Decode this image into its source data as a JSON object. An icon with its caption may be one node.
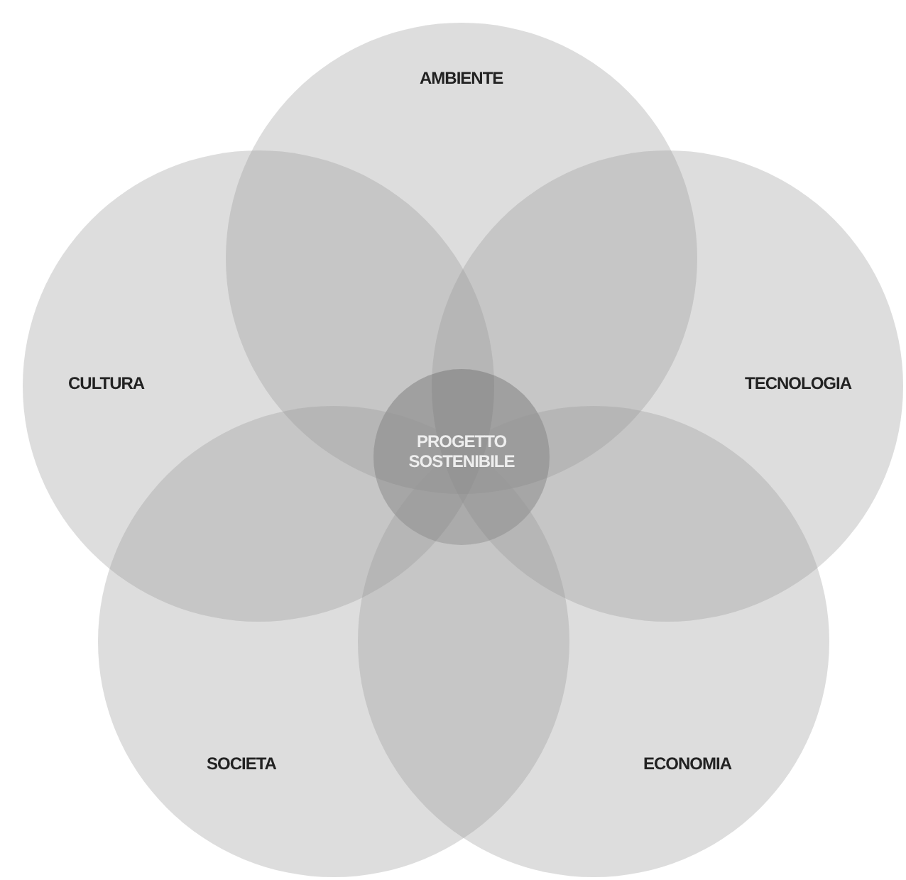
{
  "diagram": {
    "nodes": [
      {
        "text": [
          "AMBIENTE"
        ]
      },
      {
        "text": [
          "CULTURA"
        ]
      },
      {
        "text": [
          "TECNOLOGIA"
        ]
      },
      {
        "text": [
          "PROGETTO SOSTENIBILE"
        ]
      },
      {
        "text": [
          "SOCIETA"
        ]
      },
      {
        "text": [
          "ECONOMIA"
        ]
      }
    ],
    "edges": []
  }
}
